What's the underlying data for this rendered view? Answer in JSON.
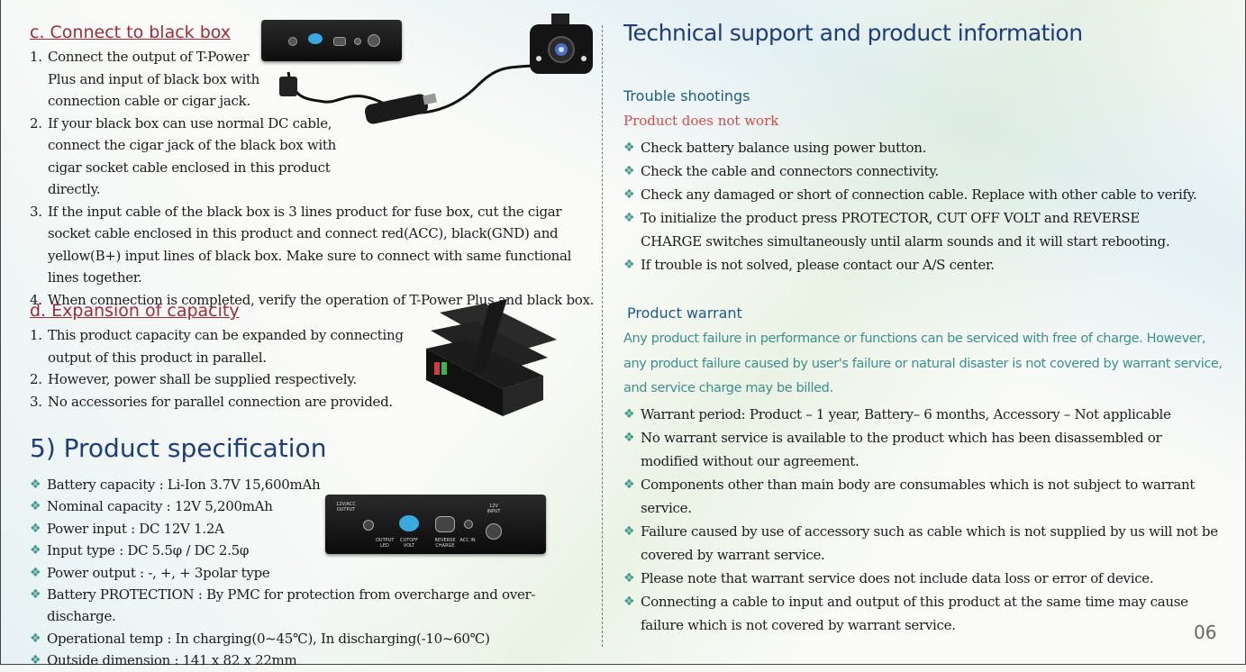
{
  "left": {
    "section_c": {
      "title": "c. Connect to black box",
      "items": [
        {
          "num": "1.",
          "text": "Connect the output of T-Power Plus and input of black box with connection cable or cigar jack."
        },
        {
          "num": "2.",
          "text": "If your black box can use normal DC cable, connect the cigar jack of the black box with cigar socket cable enclosed in this product directly."
        },
        {
          "num": "3.",
          "text": "If the input cable of the black box is 3 lines product for fuse box, cut the cigar socket cable enclosed in this product and connect red(ACC), black(GND) and yellow(B+) input lines of black box. Make sure to connect with same functional lines together."
        },
        {
          "num": "4.",
          "text": "When connection is completed, verify the operation of T-Power Plus and black box."
        }
      ]
    },
    "section_d": {
      "title": "d. Expansion of capacity",
      "items": [
        {
          "num": "1.",
          "text": "This product capacity can be expanded by connecting output of this product in parallel."
        },
        {
          "num": "2.",
          "text": "However, power shall be supplied respectively."
        },
        {
          "num": "3.",
          "text": "No accessories for parallel connection are provided."
        }
      ]
    },
    "spec": {
      "title": "5) Product specification",
      "items": [
        "Battery capacity : Li-Ion 3.7V 15,600mAh",
        "Nominal capacity : 12V 5,200mAh",
        "Power input : DC 12V 1.2A",
        "Input type : DC 5.5φ / DC 2.5φ",
        "Power output : -, +, + 3polar type",
        "Battery PROTECTION : By PMC for protection from overcharge and over-discharge.",
        "Operational temp : In charging(0~45℃), In discharging(-10~60℃)",
        "Outside dimension : 141 x 82 x 22mm"
      ]
    }
  },
  "device_labels": {
    "output": "12V/ACC OUTPUT",
    "led": "OUTPUT LED",
    "cutoff": "CUTOFF VOLT",
    "reverse": "REVERSE CHARGE",
    "acc_in": "ACC IN",
    "input": "12V INPUT"
  },
  "right": {
    "title": "Technical support and product information",
    "trouble": {
      "title": "Trouble shootings",
      "subtitle": "Product does not work",
      "items": [
        "Check battery balance using power button.",
        "Check the cable and connectors connectivity.",
        "Check any damaged or short of connection cable. Replace with other cable to verify.",
        "To initialize the product press PROTECTOR, CUT OFF VOLT and REVERSE CHARGE switches simultaneously until alarm sounds and it will start rebooting.",
        "If trouble is not solved, please contact our A/S center."
      ]
    },
    "warrant": {
      "title": "Product warrant",
      "paragraph": "Any product failure in performance or functions can be serviced with free of charge. However, any product failure caused by user's failure or natural disaster is not covered by warrant service, and service charge may be billed.",
      "items": [
        "Warrant period: Product – 1 year, Battery– 6 months, Accessory – Not applicable",
        "No warrant service is available to the product which has been disassembled or modified without our agreement.",
        "Components other than main body are consumables which is not subject to warrant service.",
        "Failure caused by use of accessory such as cable which is not supplied by us will not be covered by warrant service.",
        "Please note that warrant service does not include data loss or error of device.",
        "Connecting a cable to input and output of this product at the same time may cause failure which is not covered by warrant service."
      ]
    },
    "page_number": "06"
  },
  "colors": {
    "heading_blue": "#1e3d7d",
    "section_red": "#a12b38",
    "bullet_teal": "#3f9a8c",
    "warning_red": "#d84a4a",
    "para_teal": "#3d8f8a"
  }
}
